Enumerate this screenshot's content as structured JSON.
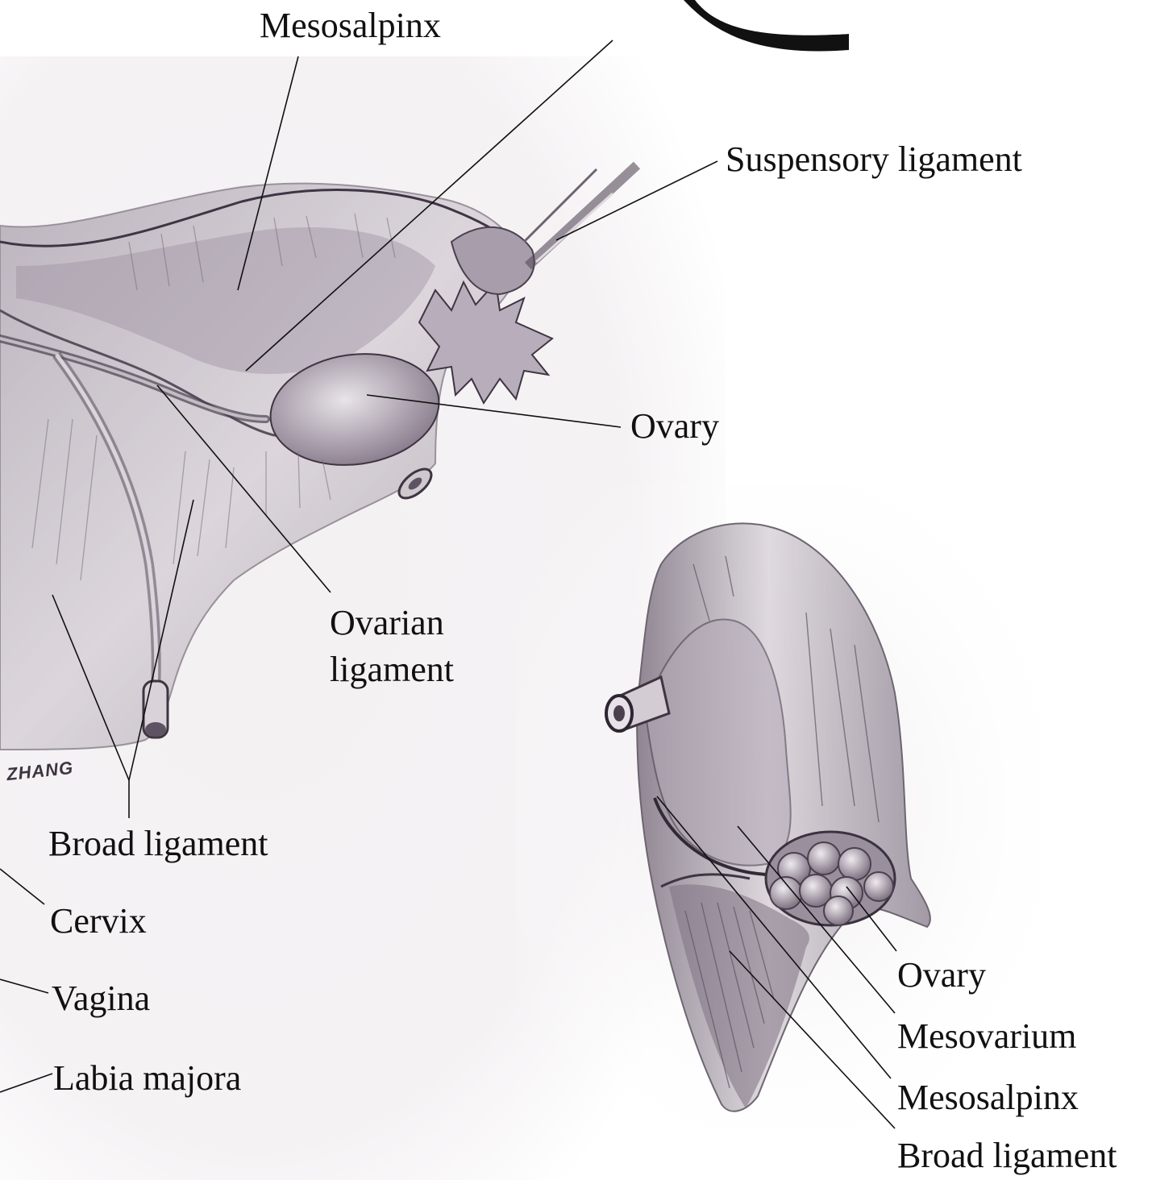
{
  "colors": {
    "pencil": "#6a5f6e",
    "shade": "#a89cab",
    "fill": "#e4dfe4",
    "line": "#111111"
  },
  "labels": {
    "mesosalpinx_top": "Mesosalpinx",
    "suspensory_ligament": "Suspensory ligament",
    "ovary_top": "Ovary",
    "ovarian_ligament_1": "Ovarian",
    "ovarian_ligament_2": "ligament",
    "broad_ligament_left": "Broad ligament",
    "cervix": "Cervix",
    "vagina": "Vagina",
    "labia_majora": "Labia majora",
    "ovary_bottom": "Ovary",
    "mesovarium": "Mesovarium",
    "mesosalpinx_bottom": "Mesosalpinx",
    "broad_ligament_bottom": "Broad ligament"
  },
  "signature": "ZHANG"
}
